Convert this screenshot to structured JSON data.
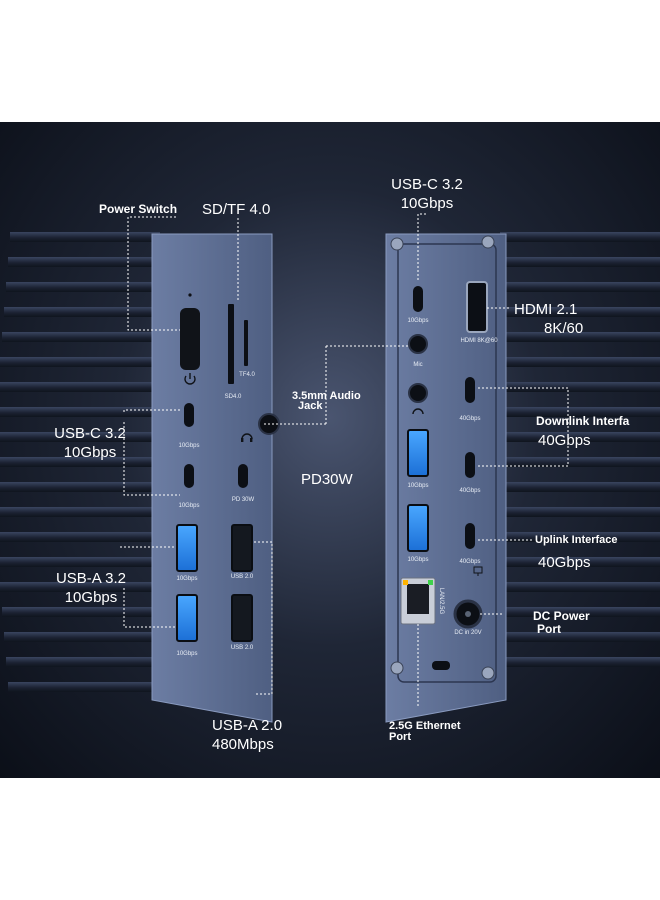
{
  "scene": {
    "background_colors": [
      "#0b0f18",
      "#4a5570"
    ],
    "device_color": "#5a6b8f"
  },
  "left_unit": {
    "callouts": {
      "power_switch": "Power Switch",
      "sdtf": "SD/TF 4.0",
      "usbc_line1": "USB-C 3.2",
      "usbc_line2": "10Gbps",
      "usba32_line1": "USB-A 3.2",
      "usba32_line2": "10Gbps",
      "usba20_line1": "USB-A 2.0",
      "usba20_line2": "480Mbps",
      "pd": "PD30W"
    },
    "port_labels": {
      "tf": "TF4.0",
      "sd": "SD4.0",
      "c1": "10Gbps",
      "c2": "10Gbps",
      "pd": "PD 30W",
      "a1": "10Gbps",
      "a2": "10Gbps",
      "u1": "USB 2.0",
      "u2": "USB 2.0"
    }
  },
  "right_unit": {
    "callouts": {
      "usbc_line1": "USB-C 3.2",
      "usbc_line2": "10Gbps",
      "audio_line1": "3.5mm Audio",
      "audio_line2": "Jack",
      "hdmi_line1": "HDMI 2.1",
      "hdmi_line2": "8K/60",
      "downlink_line1": "Downlink Interfa",
      "downlink_line2": "40Gbps",
      "uplink_line1": "Uplink Interface",
      "uplink_line2": "40Gbps",
      "dc_line1": "DC Power",
      "dc_line2": "Port",
      "eth_line1": "2.5G Ethernet",
      "eth_line2": "Port"
    },
    "port_labels": {
      "c_top": "10Gbps",
      "hdmi": "HDMI 8K@60",
      "mic": "Mic",
      "tb1": "40Gbps",
      "tb2": "40Gbps",
      "tb3": "40Gbps",
      "a1": "10Gbps",
      "a2": "10Gbps",
      "lan": "LAN/2.5G",
      "dc": "DC in 20V"
    }
  }
}
